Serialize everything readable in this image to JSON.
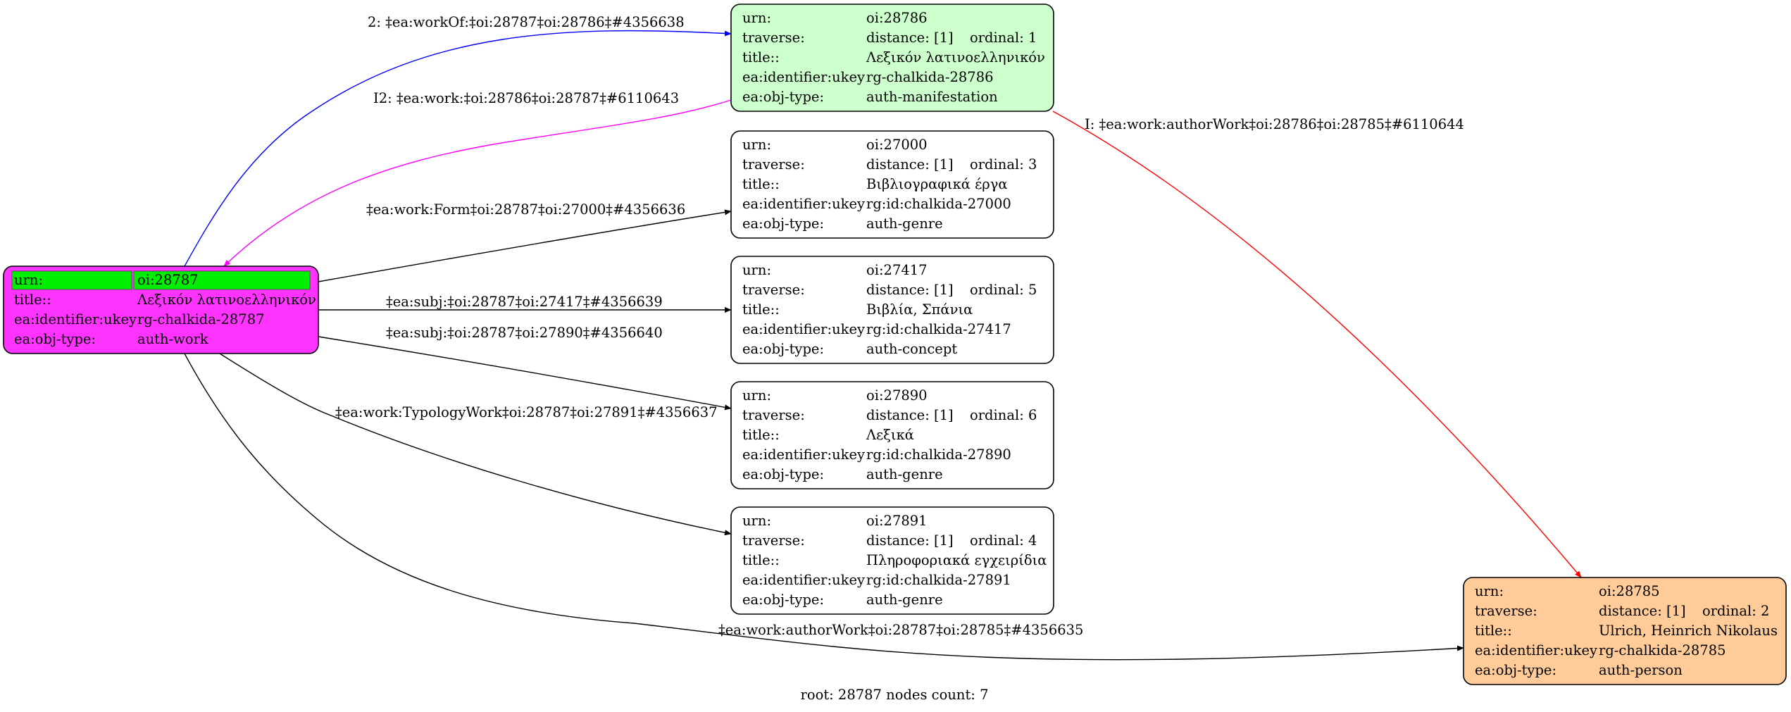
{
  "nodes": [
    {
      "id": "root",
      "fill": "#ff33ff",
      "rows": [
        {
          "k": "urn:",
          "v": "oi:28787"
        },
        {
          "k": "title::",
          "v": "Λεξικόν λατινοελληνικόν"
        },
        {
          "k": "ea:identifier:ukey",
          "v": "rg-chalkida-28787"
        },
        {
          "k": "ea:obj-type:",
          "v": "auth-work"
        }
      ],
      "highlight_color": "#00ee00"
    },
    {
      "id": "n28786",
      "fill": "#ccffcc",
      "rows": [
        {
          "k": "urn:",
          "v": "oi:28786"
        },
        {
          "k": "traverse:",
          "v": "distance: [1]",
          "extra": "ordinal: 1"
        },
        {
          "k": "title::",
          "v": "Λεξικόν λατινοελληνικόν"
        },
        {
          "k": "ea:identifier:ukey",
          "v": "rg-chalkida-28786"
        },
        {
          "k": "ea:obj-type:",
          "v": "auth-manifestation"
        }
      ]
    },
    {
      "id": "n27000",
      "fill": "#ffffff",
      "rows": [
        {
          "k": "urn:",
          "v": "oi:27000"
        },
        {
          "k": "traverse:",
          "v": "distance: [1]",
          "extra": "ordinal: 3"
        },
        {
          "k": "title::",
          "v": "Βιβλιογραφικά έργα"
        },
        {
          "k": "ea:identifier:ukey",
          "v": "rg:id:chalkida-27000"
        },
        {
          "k": "ea:obj-type:",
          "v": "auth-genre"
        }
      ]
    },
    {
      "id": "n27417",
      "fill": "#ffffff",
      "rows": [
        {
          "k": "urn:",
          "v": "oi:27417"
        },
        {
          "k": "traverse:",
          "v": "distance: [1]",
          "extra": "ordinal: 5"
        },
        {
          "k": "title::",
          "v": "Βιβλία, Σπάνια"
        },
        {
          "k": "ea:identifier:ukey",
          "v": "rg:id:chalkida-27417"
        },
        {
          "k": "ea:obj-type:",
          "v": "auth-concept"
        }
      ]
    },
    {
      "id": "n27890",
      "fill": "#ffffff",
      "rows": [
        {
          "k": "urn:",
          "v": "oi:27890"
        },
        {
          "k": "traverse:",
          "v": "distance: [1]",
          "extra": "ordinal: 6"
        },
        {
          "k": "title::",
          "v": "Λεξικά"
        },
        {
          "k": "ea:identifier:ukey",
          "v": "rg:id:chalkida-27890"
        },
        {
          "k": "ea:obj-type:",
          "v": "auth-genre"
        }
      ]
    },
    {
      "id": "n27891",
      "fill": "#ffffff",
      "rows": [
        {
          "k": "urn:",
          "v": "oi:27891"
        },
        {
          "k": "traverse:",
          "v": "distance: [1]",
          "extra": "ordinal: 4"
        },
        {
          "k": "title::",
          "v": "Πληροφοριακά εγχειρίδια"
        },
        {
          "k": "ea:identifier:ukey",
          "v": "rg:id:chalkida-27891"
        },
        {
          "k": "ea:obj-type:",
          "v": "auth-genre"
        }
      ]
    },
    {
      "id": "n28785",
      "fill": "#ffcc99",
      "rows": [
        {
          "k": "urn:",
          "v": "oi:28785"
        },
        {
          "k": "traverse:",
          "v": "distance: [1]",
          "extra": "ordinal: 2"
        },
        {
          "k": "title::",
          "v": "Ulrich, Heinrich Nikolaus"
        },
        {
          "k": "ea:identifier:ukey",
          "v": "rg-chalkida-28785"
        },
        {
          "k": "ea:obj-type:",
          "v": "auth-person"
        }
      ]
    }
  ],
  "edges": [
    {
      "id": "e1",
      "label": "2: ‡ea:workOf:‡oi:28787‡oi:28786‡#4356638",
      "color": "#0000ff"
    },
    {
      "id": "e2",
      "label": "I2: ‡ea:work:‡oi:28786‡oi:28787‡#6110643",
      "color": "#ff00ff"
    },
    {
      "id": "e3",
      "label": "‡ea:work:Form‡oi:28787‡oi:27000‡#4356636",
      "color": "#000000"
    },
    {
      "id": "e4",
      "label": "‡ea:subj:‡oi:28787‡oi:27417‡#4356639",
      "color": "#000000"
    },
    {
      "id": "e5",
      "label": "‡ea:subj:‡oi:28787‡oi:27890‡#4356640",
      "color": "#000000"
    },
    {
      "id": "e6",
      "label": "‡ea:work:TypologyWork‡oi:28787‡oi:27891‡#4356637",
      "color": "#000000"
    },
    {
      "id": "e7",
      "label": "‡ea:work:authorWork‡oi:28787‡oi:28785‡#4356635",
      "color": "#000000"
    },
    {
      "id": "e8",
      "label": "I: ‡ea:work:authorWork‡oi:28786‡oi:28785‡#6110644",
      "color": "#ff0000"
    }
  ],
  "footer": "root: 28787 nodes count: 7"
}
